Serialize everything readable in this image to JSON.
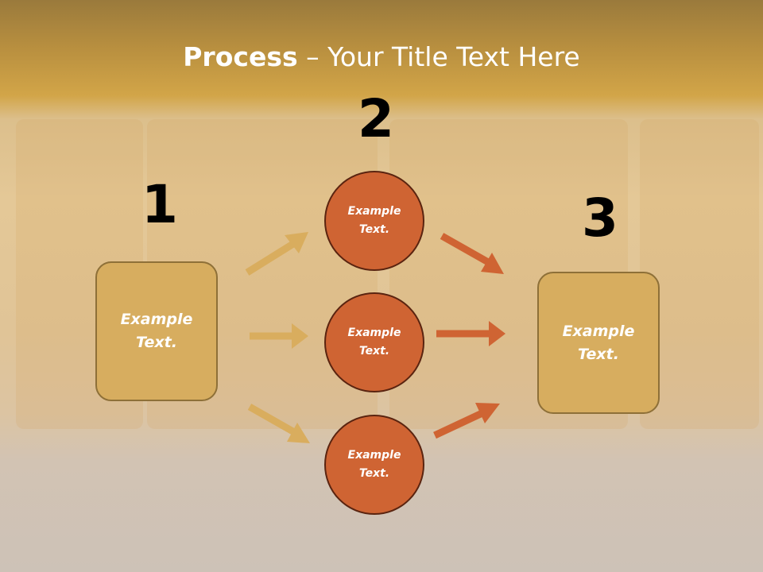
{
  "title": {
    "bold": "Process",
    "rest": " – Your Title Text Here"
  },
  "steps": {
    "step1": "1",
    "step2": "2",
    "step3": "3"
  },
  "nodes": {
    "left_box": "Example\nText.",
    "right_box": "Example\nText.",
    "circle_top": "Example\nText.",
    "circle_middle": "Example\nText.",
    "circle_bottom": "Example\nText."
  },
  "colors": {
    "box_fill": "#d7ad5f",
    "circle_fill": "#cf6433",
    "left_arrows": "#d9ad5e",
    "right_arrows": "#cf6433"
  }
}
